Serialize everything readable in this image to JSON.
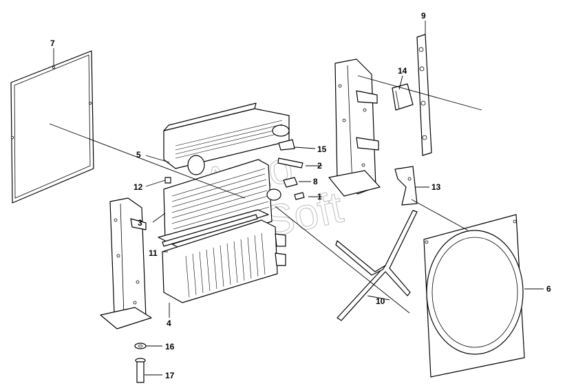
{
  "callouts": {
    "c1": "1",
    "c2": "2",
    "c3": "3",
    "c4": "4",
    "c5": "5",
    "c6": "6",
    "c7": "7",
    "c8": "8",
    "c9": "9",
    "c10": "10",
    "c11": "11",
    "c12": "12",
    "c13": "13",
    "c14": "14",
    "c15": "15",
    "c16": "16",
    "c17": "17"
  },
  "watermark": {
    "w1": "Auto",
    "w2": "Soft"
  },
  "colors": {
    "line": "#000000",
    "background": "#ffffff",
    "watermark": "#c8c8c8"
  }
}
